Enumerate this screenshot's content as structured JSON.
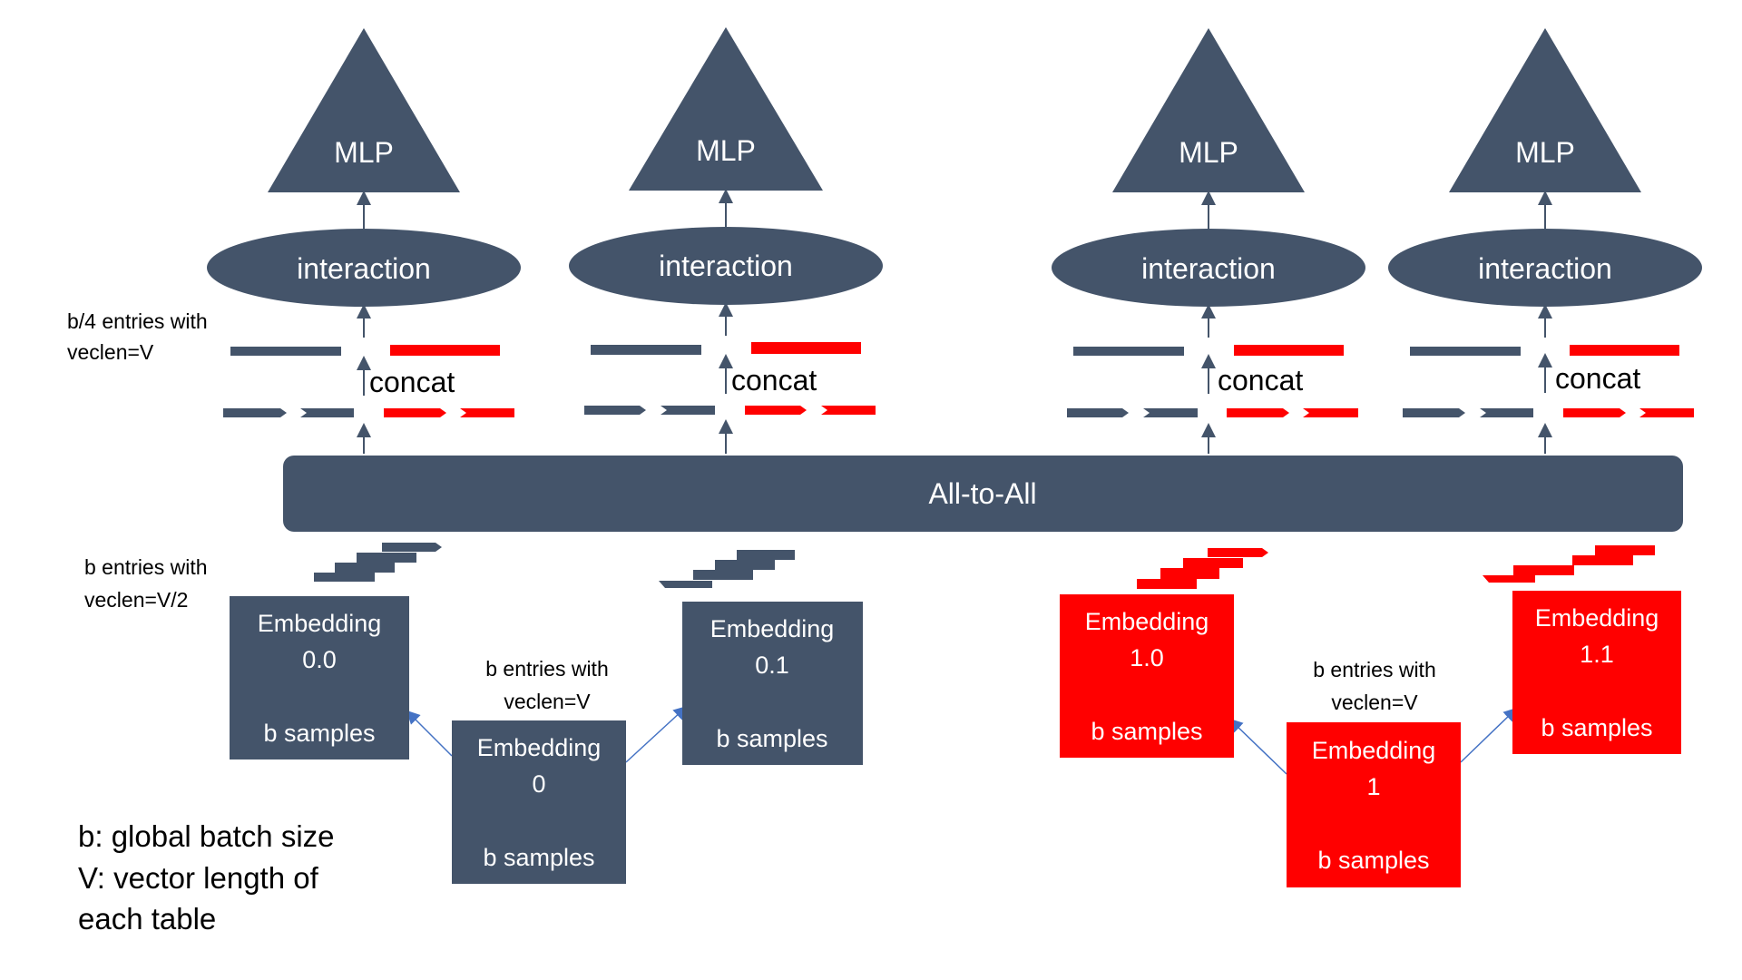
{
  "labels": {
    "mlp": "MLP",
    "interaction": "interaction",
    "concat": "concat",
    "all_to_all": "All-to-All",
    "b4_line1": "b/4 entries with",
    "b4_line2": "veclen=V",
    "b_line1": "b entries with",
    "b_line2": "veclen=V/2",
    "bv_line1": "b entries with",
    "bv_line2": "veclen=V",
    "legend_1": "b: global batch size",
    "legend_2": "V: vector length of",
    "legend_3": "each table"
  },
  "embeddings": {
    "e00": {
      "title": "Embedding",
      "id": "0.0",
      "samples": "b samples"
    },
    "e01": {
      "title": "Embedding",
      "id": "0.1",
      "samples": "b samples"
    },
    "e0": {
      "title": "Embedding",
      "id": "0",
      "samples": "b samples"
    },
    "e10": {
      "title": "Embedding",
      "id": "1.0",
      "samples": "b samples"
    },
    "e11": {
      "title": "Embedding",
      "id": "1.1",
      "samples": "b samples"
    },
    "e1": {
      "title": "Embedding",
      "id": "1",
      "samples": "b samples"
    }
  },
  "colors": {
    "slate": "#44546a",
    "red": "#ff0000",
    "arrow": "#4472c4",
    "text_dark": "#000000",
    "text_light": "#ffffff"
  }
}
